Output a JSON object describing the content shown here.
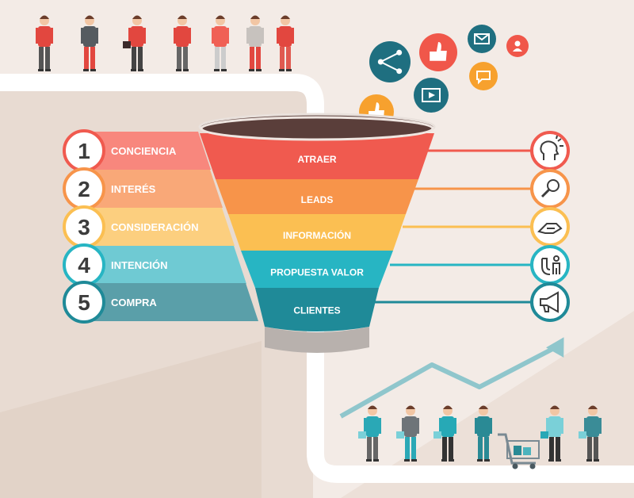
{
  "stages": [
    {
      "number": "1",
      "label": "CONCIENCIA"
    },
    {
      "number": "2",
      "label": "INTERÉS"
    },
    {
      "number": "3",
      "label": "CONSIDERACIÓN"
    },
    {
      "number": "4",
      "label": "INTENCIÓN"
    },
    {
      "number": "5",
      "label": "COMPRA"
    }
  ],
  "funnel": [
    {
      "label": "ATRAER"
    },
    {
      "label": "LEADS"
    },
    {
      "label": "INFORMACIÓN"
    },
    {
      "label": "PROPUESTA VALOR"
    },
    {
      "label": "CLIENTES"
    }
  ],
  "right_icons": [
    "head-idea-icon",
    "magnifier-icon",
    "handshake-icon",
    "magnet-person-icon",
    "megaphone-icon"
  ],
  "social_icons": [
    "share-icon",
    "thumbs-up-icon",
    "email-icon",
    "user-icon",
    "video-icon",
    "chat-icon",
    "thumbs-up-icon"
  ],
  "colors": {
    "background": "#f3ebe6",
    "panel": "#e8dbd2",
    "path": "#ffffff",
    "red": "#f05a4f",
    "orange": "#f7944a",
    "yellow": "#fbbf52",
    "cyan": "#27b5c3",
    "teal": "#1f8a98",
    "dark": "#1f4f63",
    "funnel_top": "#5a3e3a",
    "funnel_bottom": "#b8b1ad"
  }
}
